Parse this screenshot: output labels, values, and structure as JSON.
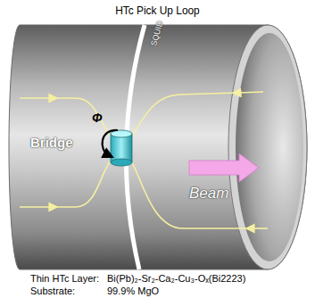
{
  "diagram": {
    "title": "HTc Pick Up Loop",
    "labels": [
      "SQUID",
      "Bridge",
      "Φ",
      "Beam",
      "Thin HTc Layer:",
      "Bi(Pb)₂-Sr₂-Ca₂-Cu₃-Oₓ(Bi2223)",
      "Substrate:",
      "99.9% MgO"
    ]
  }
}
